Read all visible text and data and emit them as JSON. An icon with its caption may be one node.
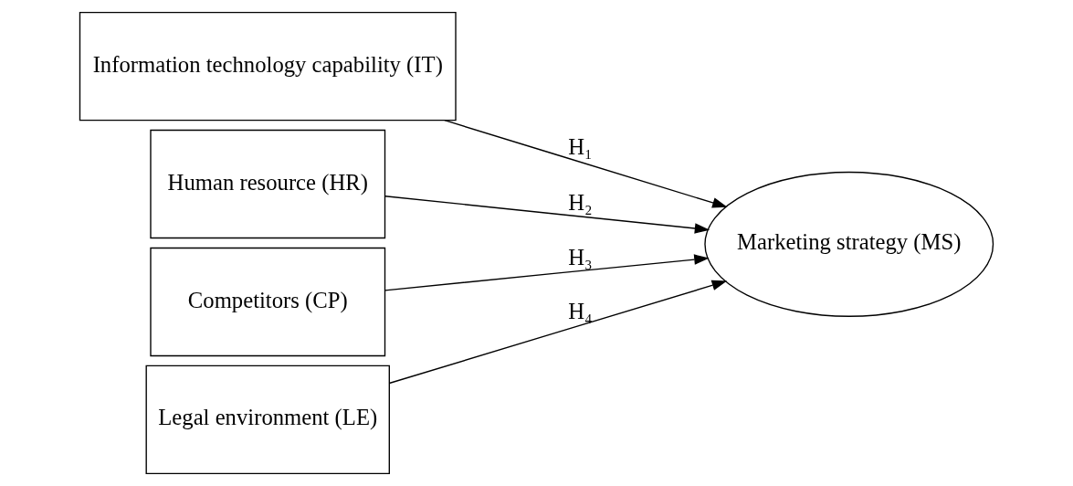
{
  "diagram": {
    "nodes": [
      {
        "text": [
          "Information technology capability (IT)"
        ]
      },
      {
        "text": [
          "Human resource (HR)"
        ]
      },
      {
        "text": [
          "Competitors (CP)"
        ]
      },
      {
        "text": [
          "Legal environment (LE)"
        ]
      },
      {
        "text": [
          "Marketing strategy (MS)"
        ]
      }
    ],
    "edges": [
      {
        "from": 0,
        "to": 4,
        "arrow": "to",
        "label": "H₁"
      },
      {
        "from": 1,
        "to": 4,
        "arrow": "to",
        "label": "H₂"
      },
      {
        "from": 2,
        "to": 4,
        "arrow": "to",
        "label": "H₃"
      },
      {
        "from": 3,
        "to": 4,
        "arrow": "to",
        "label": "H₄"
      }
    ]
  }
}
